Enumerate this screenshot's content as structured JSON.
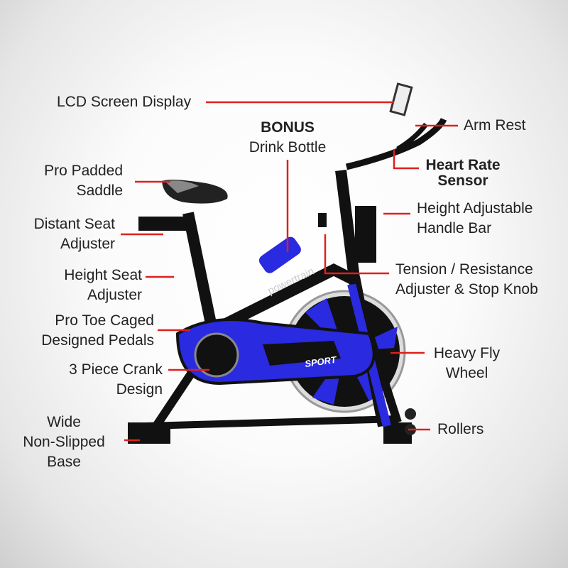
{
  "brand_text": "powertrain",
  "model_text": "SPORT",
  "colors": {
    "accent_line": "#e0201c",
    "frame": "#111111",
    "blue": "#2a2ae0"
  },
  "labels": {
    "lcd": "LCD Screen Display",
    "bonus_title": "BONUS",
    "bonus_sub": "Drink Bottle",
    "arm_rest": "Arm Rest",
    "heart_rate_1": "Heart Rate",
    "heart_rate_2": "Sensor",
    "saddle_1": "Pro Padded",
    "saddle_2": "Saddle",
    "distant_seat_1": "Distant Seat",
    "distant_seat_2": "Adjuster",
    "height_handle_1": "Height Adjustable",
    "height_handle_2": "Handle Bar",
    "height_seat_1": "Height Seat",
    "height_seat_2": "Adjuster",
    "tension_1": "Tension / Resistance",
    "tension_2": "Adjuster & Stop Knob",
    "pedals_1": "Pro Toe Caged",
    "pedals_2": "Designed Pedals",
    "crank_1": "3 Piece Crank",
    "crank_2": "Design",
    "flywheel_1": "Heavy Fly",
    "flywheel_2": "Wheel",
    "base_1": "Wide",
    "base_2": "Non-Slipped",
    "base_3": "Base",
    "rollers": "Rollers"
  }
}
